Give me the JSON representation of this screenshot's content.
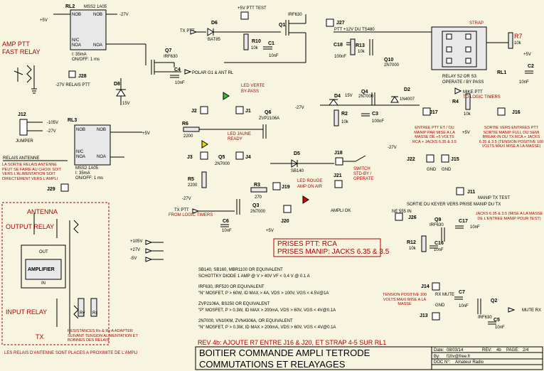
{
  "relays": {
    "rl2": {
      "ref": "RL2",
      "part": "MSS2 1A05",
      "nob": "NOB",
      "noa": "NOA",
      "nc": "N/C",
      "i": "I: 35mA",
      "timing": "ON/OFF: 1 ms"
    },
    "rl3": {
      "ref": "RL3",
      "part": "MSS2 1A05",
      "nob": "NOB",
      "noa": "NOA",
      "nc": "N/C",
      "i": "I: 35mA",
      "timing": "ON/OFF: 1 ms"
    },
    "rl1": {
      "ref": "RL1",
      "desc1": "RELAY S2 OR S3",
      "desc2": "OPERATE / BY PASS",
      "strap": "STRAP"
    }
  },
  "labels": {
    "amp_ptt": "AMP PTT",
    "fast_relay": "FAST RELAY",
    "relais_ptt": "-27V RELAIS PTT",
    "polar": "POLAR G1 & ANT RL",
    "tx_ptt": "TX PTT",
    "ptt_ptt": "+5V PTT TEST",
    "ptt_12v": "PTT +12V DU TS480",
    "led_verte": "LED VERTE",
    "bypass": "BY-PASS",
    "led_jaune": "LED JAUNE",
    "ready": "READY",
    "led_rouge": "LED ROUGE",
    "amp_on_air": "AMP ON AIR",
    "mike_ptt": "MIKE PTT",
    "to_logic": "TO LOGIC TIMERS",
    "tx_ptt2": "TX PTT",
    "from_logic": "FROM LOGIC TIMERS",
    "switch": "SWITCH",
    "stdby": "STD-BY /",
    "operate": "OPERATE",
    "ampli_ok": "AMPLI OK",
    "relais_antenne": "RELAIS ANTENNE",
    "jumper": "JUMPER",
    "j3_note": "LA SORTIE RELAIS ANTENNE PEUT SE FAIRE AU CHOIX SOIT VERS L'ALIMENTATION SOIT DIRECTEMENT VERS L'AMPLI",
    "antenna": "ANTENNA",
    "output_relay": "OUTPUT RELAY",
    "amplifier": "AMPLIFIER",
    "out": "OUT",
    "in": "IN",
    "input_relay": "INPUT RELAY",
    "tx": "TX",
    "rx_note": "RESISTANCES Rx & Ry A ADAPTER SUIVANT TENSION ALIMENTATION ET BOBINES DES RELAIS",
    "bottom_note": "LES RELAIS D'ANTENNE SONT PLACES A PROXIMITE DE L'AMPLI",
    "j17": "ENTREE PTT ET / OU MANIP PAR MISE A LA MASSE DE +5 VOLTS RCA + JACKS 6.35 & 3.5",
    "j16": "SORTIE VERS ENTREES PTT SORTIE MANIP FULL OU SEMI BREAK-IN DU TX RCA + JACKS 6.35 & 3.5 (TENSION POSITIVE 100 VOLTS MAXI MISE A LA MASSE)",
    "j11": "MANIP TX TEST",
    "j11_sub": "JACKS 6.35 & 3.5 (MISE A LA MASSE DE L'ENTREE MANIP POUR TEST)",
    "j26": "SORTIE DU KEYER VERS PRISE MANIP DU TX",
    "ne555": "NE 555 IN",
    "j14_note": "TENSION POSITIVE 100 VOLTS MAXI MISE A LA MASSE",
    "rx_mute": "RX MUTE",
    "mute_rx": "MUTE RX",
    "gnd": "GND",
    "prises_ptt": "PRISES PTT: RCA",
    "prises_manip": "PRISES MANIP: JACKS 6.35 & 3.5",
    "rev": "REV 4b: AJOUTE R7 ENTRE J16 & J20, ET STRAP 4-5 SUR RL1"
  },
  "components": {
    "q1": "Q1",
    "q1p": "IRF630",
    "d6": "D6",
    "d6p": "BAT85",
    "r10": "R10",
    "r10v": "10k",
    "c1": "C1",
    "c1v": "10nF",
    "j27": "J27",
    "c18": "C18",
    "c18v": "100nF",
    "r13": "R13",
    "r13v": "10k",
    "q10": "Q10",
    "q10p": "2N7000",
    "r7": "R7",
    "r7v": "10k",
    "c2": "C2",
    "c2v": "10nF",
    "r4": "R4",
    "r4v": "10k",
    "j16": "J16",
    "j17": "J17",
    "q7": "Q7",
    "q7p": "IRF630",
    "c4": "C4",
    "c4v": "10nF",
    "j28": "J28",
    "d8": "D8",
    "d8v": "15V",
    "j12": "J12",
    "j2": "J2",
    "j1": "J1",
    "r6": "R6",
    "r6v": "2200",
    "q6": "Q6",
    "q6p": "ZVP2106A",
    "j3": "J3",
    "j4": "J4",
    "q5": "Q5",
    "q5p": "2N7000",
    "r5": "R5",
    "r5v": "2200",
    "q3": "Q3",
    "q3p": "2N7000",
    "r3": "R3",
    "r3v": "270",
    "j19": "J19",
    "j20": "J20",
    "c6": "C6",
    "c6v": "10nF",
    "d5": "D5",
    "d5p": "SB140",
    "j18": "J18",
    "j21": "J21",
    "d4": "D4",
    "d4v": "15V",
    "q4": "Q4",
    "q4p": "2N7000",
    "d2": "D2",
    "d2p": "1N4007",
    "r2": "R2",
    "r2v": "10k",
    "c3": "C3",
    "c3v": "100nF",
    "j22": "J22",
    "j15": "J15",
    "j29": "J29",
    "j11": "J11",
    "j26": "J26",
    "q9": "Q9",
    "q9p": "IRF630",
    "c17": "C17",
    "c17v": "10nF",
    "r12": "R12",
    "r12v": "10k",
    "c16": "C16",
    "c16v": "10nF",
    "j14": "J14",
    "j13": "J13",
    "c7": "C7",
    "c7v": "10nF",
    "q2": "Q2",
    "q2p": "IRF630",
    "c5": "C5",
    "c5v": "10nF",
    "ry": "Ry",
    "rx": "Rx"
  },
  "supplies": {
    "p5": "+5V",
    "m27": "-27V",
    "m105": "-105V",
    "p105": "+105V",
    "p27": "+27V",
    "m5": "-5V"
  },
  "parts_list": [
    "SB140, SB160, MBR1100 OR EQUIVALENT",
    "SCHOTTKY DIODE 1 AMP @ V > 40V  VF < 0.4 V @ 0.1 A",
    "IRF630, IRF520 OR EQUIVALENT",
    "\"N\" MOSFET, P > 60W, ID MAX > 4A, VDS > 100V, VGS < 4.5V@1A",
    "ZVP2106A, BS250 OR EQUIVALENT",
    "\"P\" MOSFET, P > 0.3W, ID MAX > 200mA, VDS > 60V, VGS < 4V@0.1A",
    "2N7000, VN10KM, ZVN4306A, OR EQUIVALENT",
    "\"N\" MOSFET, P > 0.3W, ID MAX > 200mA, VDS > 60V, VGS < 4V@0.1A"
  ],
  "title_block": {
    "title1": "BOITIER COMMANDE AMPLI TETRODE",
    "title2": "COMMUTATIONS ET RELAYAGES",
    "date_label": "Date:",
    "date": "08/03/14",
    "rev_label": "REV:",
    "rev": "4b",
    "page_label": "PAGE:",
    "page": "2/4",
    "by_label": "By:",
    "by": "f1frv@free.fr",
    "doc_label": "DOC N°:",
    "doc": "Amateur Radio"
  },
  "colors": {
    "background": "#f7f5df",
    "wire": "#000000",
    "note": "#b00000",
    "led_green": "#2fbf2f",
    "led_yellow": "#e6d800",
    "led_red": "#e00000"
  }
}
